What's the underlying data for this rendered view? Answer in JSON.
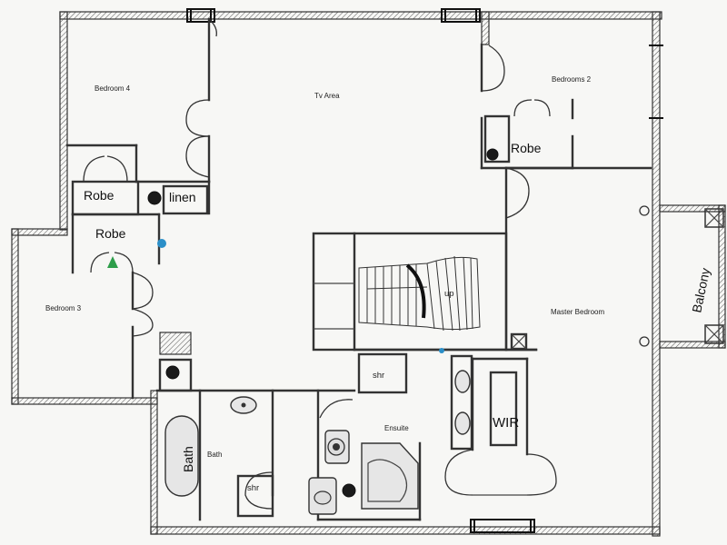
{
  "rooms": {
    "bedroom4": "Bedroom 4",
    "tv_area": "Tv Area",
    "bedrooms2": "Bedrooms 2",
    "robe_left": "Robe",
    "linen": "linen",
    "robe_lower": "Robe",
    "robe_right": "Robe",
    "bedroom3": "Bedroom 3",
    "stair_up": "up",
    "master_bedroom": "Master Bedroom",
    "balcony": "Balcony",
    "shr_ensuite": "shr",
    "ensuite": "Ensuite",
    "wir": "WIR",
    "bath_tub": "Bath",
    "bath_room": "Bath",
    "shr_bath": "shr"
  },
  "colors": {
    "wall": "#333333",
    "background": "#f7f7f5",
    "accent_green": "#2e9e4a",
    "accent_blue": "#2b8fc8"
  }
}
